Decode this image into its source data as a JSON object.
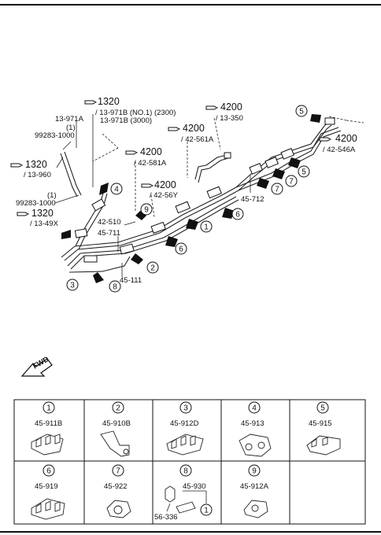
{
  "diagram": {
    "top_labels": {
      "ref_1320_a": "1320",
      "ref_1320_a_sub": "/ 13-971B (NO.1) (2300)",
      "ref_1320_a_sub2": "13-971B (3000)",
      "p13_971a": "13-971A",
      "p1_top": "(1)",
      "p99283_top": "99283-1000",
      "ref_1320_b": "1320",
      "ref_1320_b_sub": "/ 13-960",
      "p1_bot": "(1)",
      "p99283_bot": "99283-1000",
      "ref_1320_c": "1320",
      "ref_1320_c_sub": "/ 13-49X",
      "ref_4200_a": "4200",
      "ref_4200_a_sub": "/ 13-350",
      "ref_4200_b": "4200",
      "ref_4200_b_sub": "/ 42-561A",
      "ref_4200_c": "4200",
      "ref_4200_c_sub": "/ 42-581A",
      "ref_4200_d": "4200",
      "ref_4200_d_sub": "/ 42-56Y",
      "ref_4200_e": "4200",
      "ref_4200_e_sub": "/ 42-546A",
      "p42_510": "42-510",
      "p45_711": "45-711",
      "p45_111": "45-111",
      "p45_712": "45-712",
      "fwd": "FWD"
    },
    "callouts": [
      "1",
      "2",
      "3",
      "4",
      "5",
      "6",
      "7",
      "8",
      "9"
    ],
    "parts_table": {
      "row1": [
        {
          "num": "1",
          "part": "45-911B"
        },
        {
          "num": "2",
          "part": "45-910B"
        },
        {
          "num": "3",
          "part": "45-912D"
        },
        {
          "num": "4",
          "part": "45-913"
        },
        {
          "num": "5",
          "part": "45-915"
        }
      ],
      "row2": [
        {
          "num": "6",
          "part": "45-919"
        },
        {
          "num": "7",
          "part": "45-922"
        },
        {
          "num": "8",
          "part": "45-930",
          "extra": "56-336",
          "extra_num": "1"
        },
        {
          "num": "9",
          "part": "45-912A"
        }
      ]
    }
  }
}
